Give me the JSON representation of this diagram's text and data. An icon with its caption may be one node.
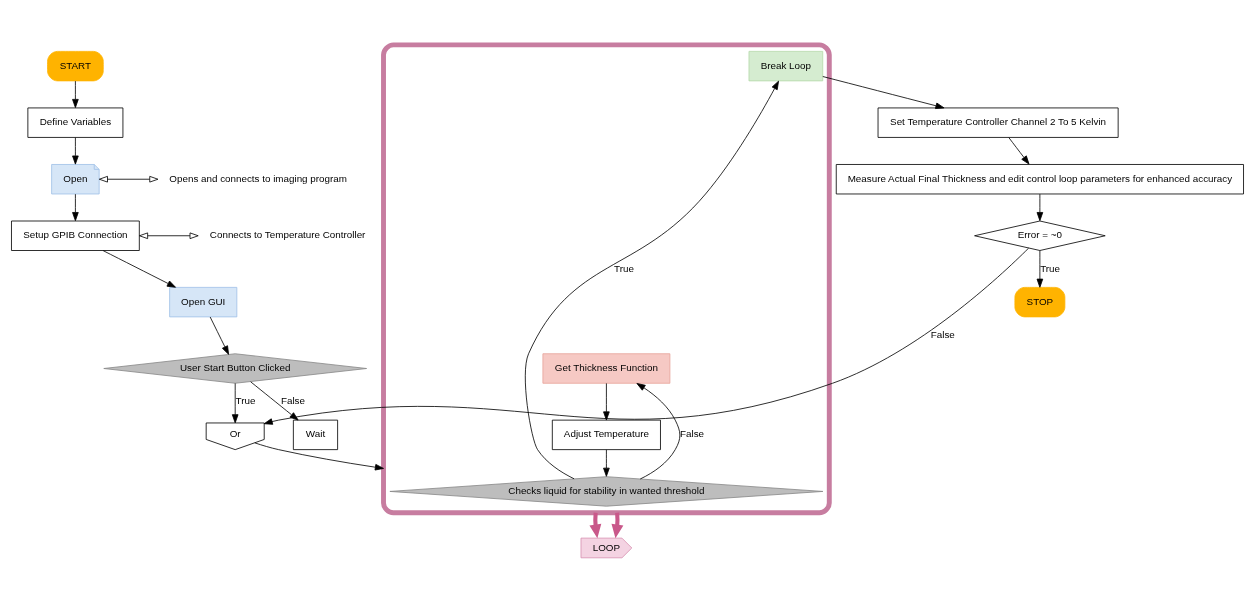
{
  "diagram": {
    "nodes": [
      {
        "text": [
          "START"
        ]
      },
      {
        "text": [
          "Define Variables"
        ]
      },
      {
        "text": [
          "Open"
        ]
      },
      {
        "text": [
          "Opens and connects to imaging program"
        ]
      },
      {
        "text": [
          "Setup GPIB Connection"
        ]
      },
      {
        "text": [
          "Connects to Temperature Controller"
        ]
      },
      {
        "text": [
          "Open GUI"
        ]
      },
      {
        "text": [
          "User Start Button Clicked"
        ]
      },
      {
        "text": [
          "Or"
        ]
      },
      {
        "text": [
          "Wait"
        ]
      },
      {
        "text": [],
        "shape": "box"
      },
      {
        "text": [
          "Get Thickness Function"
        ],
        "in": 10
      },
      {
        "text": [
          "Break Loop"
        ],
        "in": 10
      },
      {
        "text": [
          "Adjust Temperature"
        ],
        "in": 10
      },
      {
        "text": [
          "Checks liquid for stability in wanted threshold"
        ],
        "in": 10
      },
      {
        "text": [
          "LOOP"
        ]
      },
      {
        "text": [
          "Set Temperature Controller Channel 2 To 5 Kelvin"
        ]
      },
      {
        "text": [
          "Measure Actual Final Thickness and edit control loop parameters for enhanced accuracy"
        ]
      },
      {
        "text": [
          "Error = ~0"
        ]
      },
      {
        "text": [
          "STOP"
        ]
      }
    ],
    "edges": [
      {
        "from": 0,
        "to": 1,
        "arrow": "to"
      },
      {
        "from": 1,
        "to": 2,
        "arrow": "to"
      },
      {
        "from": 2,
        "to": 3,
        "arrow": "both"
      },
      {
        "from": 2,
        "to": 4,
        "arrow": "to"
      },
      {
        "from": 4,
        "to": 5,
        "arrow": "both"
      },
      {
        "from": 4,
        "to": 6,
        "arrow": "to"
      },
      {
        "from": 6,
        "to": 7,
        "arrow": "to"
      },
      {
        "from": 7,
        "to": 8,
        "label": "True",
        "arrow": "to"
      },
      {
        "from": 7,
        "to": 9,
        "label": "False",
        "arrow": "to"
      },
      {
        "from": 8,
        "to": 10,
        "arrow": "to"
      },
      {
        "from": 11,
        "to": 13,
        "arrow": "to"
      },
      {
        "from": 13,
        "to": 14,
        "arrow": "to"
      },
      {
        "from": 14,
        "to": 11,
        "label": "False",
        "arrow": "to"
      },
      {
        "from": 14,
        "to": 12,
        "label": "True",
        "arrow": "to"
      },
      {
        "from": 10,
        "to": 15,
        "arrow": "to",
        "style": "thick",
        "color": "#c9588a"
      },
      {
        "from": 10,
        "to": 15,
        "arrow": "to",
        "style": "thick",
        "color": "#c9588a"
      },
      {
        "from": 12,
        "to": 16,
        "arrow": "to"
      },
      {
        "from": 16,
        "to": 17,
        "arrow": "to"
      },
      {
        "from": 17,
        "to": 18,
        "arrow": "to"
      },
      {
        "from": 18,
        "to": 19,
        "label": "True",
        "arrow": "to"
      },
      {
        "from": 18,
        "to": 8,
        "label": "False",
        "arrow": "to"
      }
    ]
  }
}
